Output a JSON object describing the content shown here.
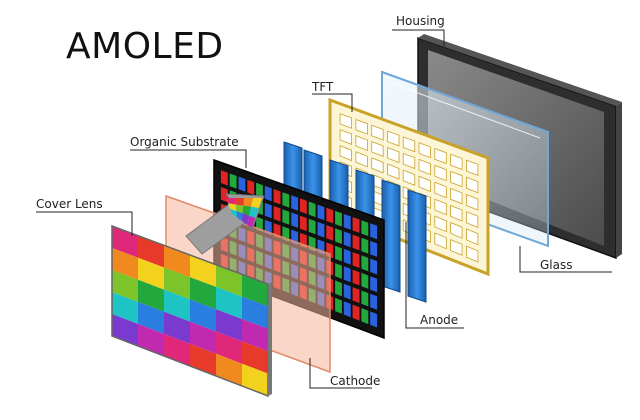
{
  "title": "AMOLED",
  "labels": {
    "housing": "Housing",
    "tft": "TFT",
    "organic_substrate": "Organic Substrate",
    "cover_lens": "Cover Lens",
    "glass": "Glass",
    "anode": "Anode",
    "cathode": "Cathode"
  },
  "colors": {
    "housing_frame": "#3a3a3a",
    "housing_screen": "#6f6f6f",
    "glass_edge": "#6fa8d8",
    "tft_frame": "#c9a227",
    "anode_bars": "#2c7fd4",
    "substrate_frame": "#222222",
    "cathode_tint": "#f4b59a",
    "arrow": "#a0a0a0"
  },
  "pixel_palette": [
    "#e0287a",
    "#e83a2a",
    "#f08a1e",
    "#f2d21c",
    "#7cc42a",
    "#22a83c",
    "#1ec4c4",
    "#2a7ee0",
    "#7a3ad0",
    "#c02ab0"
  ]
}
